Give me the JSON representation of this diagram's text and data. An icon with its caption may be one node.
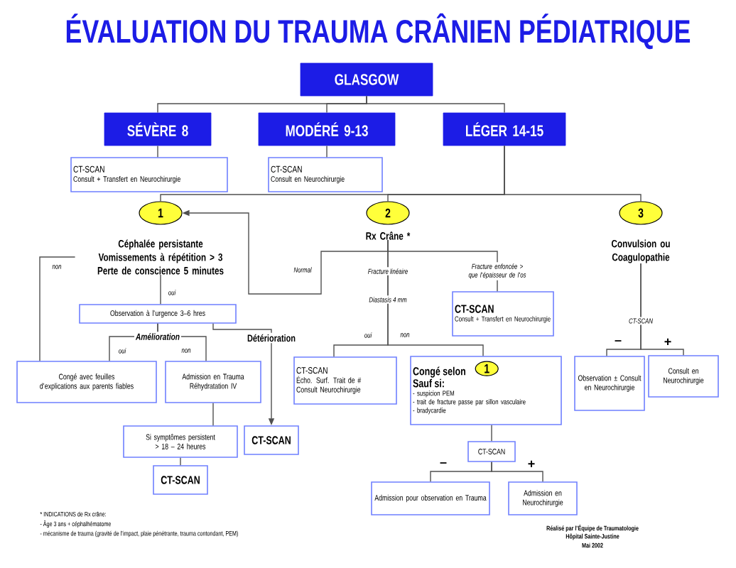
{
  "diagram": {
    "title": "ÉVALUATION DU TRAUMA CRÂNIEN PÉDIATRIQUE",
    "nodes": [
      {
        "text": [
          "GLASGOW"
        ]
      },
      {
        "text": [
          "SÉVÈRE 8"
        ]
      },
      {
        "text": [
          "MODÉRÉ 9-13"
        ]
      },
      {
        "text": [
          "LÉGER 14-15"
        ]
      },
      {
        "text": [
          "CT-SCAN",
          "Consult + Transfert en Neurochirurgie"
        ]
      },
      {
        "text": [
          "CT-SCAN",
          "Consult en Neurochirurgie"
        ]
      },
      {
        "text": [
          "1"
        ]
      },
      {
        "text": [
          "Céphalée persistante",
          "Vomissements à répétition > 3",
          "Perte de conscience 5 minutes"
        ]
      },
      {
        "text": [
          "Observation à l'urgence 3–6 hres"
        ]
      },
      {
        "text": [
          "Congé avec feuilles d'explications aux parents fiables"
        ]
      },
      {
        "text": [
          "Admission en Trauma Réhydratation IV"
        ]
      },
      {
        "text": [
          "Si symptômes persistent > 18 – 24 heures"
        ]
      },
      {
        "text": [
          "CT-SCAN"
        ]
      },
      {
        "text": [
          "CT-SCAN"
        ]
      },
      {
        "text": [
          "2"
        ]
      },
      {
        "text": [
          "Rx Crâne *"
        ]
      },
      {
        "text": [
          "CT-SCAN",
          "Écho. Surf. Trait de #",
          "Consult Neurochirurgie"
        ]
      },
      {
        "text": [
          "Congé selon",
          "Sauf si:",
          "- suspicion PEM",
          "- trait de fracture passe par sillon vasculaire",
          "- bradycardie"
        ]
      },
      {
        "text": [
          "1"
        ],
        "in": 17
      },
      {
        "text": [
          "CT-SCAN"
        ]
      },
      {
        "text": [
          "Admission pour observation en Trauma"
        ]
      },
      {
        "text": [
          "Admission en Neurochirurgie"
        ]
      },
      {
        "text": [
          "CT-SCAN",
          "Consult + Transfert en Neurochirurgie"
        ]
      },
      {
        "text": [
          "3"
        ]
      },
      {
        "text": [
          "Convulsion ou Coagulopathie"
        ]
      },
      {
        "text": [
          "Observation ± Consult en Neurochirurgie"
        ]
      },
      {
        "text": [
          "Consult en Neurochirurgie"
        ]
      }
    ],
    "edges": [
      {
        "from": 0,
        "to": 1,
        "arrow": "none"
      },
      {
        "from": 0,
        "to": 2,
        "arrow": "none"
      },
      {
        "from": 0,
        "to": 3,
        "arrow": "none"
      },
      {
        "from": 1,
        "to": 4,
        "arrow": "none"
      },
      {
        "from": 2,
        "to": 5,
        "arrow": "none"
      },
      {
        "from": 3,
        "to": 6,
        "arrow": "none"
      },
      {
        "from": 3,
        "to": 14,
        "arrow": "none"
      },
      {
        "from": 3,
        "to": 23,
        "arrow": "none"
      },
      {
        "from": 7,
        "to": 8,
        "arrow": "none",
        "label": "oui"
      },
      {
        "from": 7,
        "to": 9,
        "arrow": "none",
        "label": "non"
      },
      {
        "from": 8,
        "to": 9,
        "arrow": "none",
        "label": "oui"
      },
      {
        "from": 8,
        "to": 10,
        "arrow": "none",
        "label": "non"
      },
      {
        "from": 8,
        "to": 13,
        "arrow": "to",
        "label": "Détérioration"
      },
      {
        "from": 10,
        "to": 11,
        "arrow": "none"
      },
      {
        "from": 11,
        "to": 12,
        "arrow": "none"
      },
      {
        "from": 15,
        "to": 6,
        "arrow": "to",
        "label": "Normal"
      },
      {
        "from": 15,
        "to": 16,
        "arrow": "none",
        "label": "oui"
      },
      {
        "from": 15,
        "to": 17,
        "arrow": "none",
        "label": "non"
      },
      {
        "from": 15,
        "to": 22,
        "arrow": "none",
        "label": "Fracture enfoncée > que l'épaisseur de l'os"
      },
      {
        "from": 17,
        "to": 19,
        "arrow": "none"
      },
      {
        "from": 19,
        "to": 20,
        "arrow": "none",
        "label": "–"
      },
      {
        "from": 19,
        "to": 21,
        "arrow": "none",
        "label": "+"
      },
      {
        "from": 24,
        "to": 25,
        "arrow": "none",
        "label": "–"
      },
      {
        "from": 24,
        "to": 26,
        "arrow": "none",
        "label": "+"
      }
    ],
    "labels": [
      "Amélioration",
      "Fracture linéaire",
      "Diastasis 4 mm",
      "CT-SCAN",
      "* INDICATIONS de Rx crâne:",
      "- Âge 3 ans + céphalhématome",
      "- mécanisme de trauma (gravité de l'impact, plaie pénétrante, trauma contondant, PEM)",
      "Réalisé par l'Équipe de Traumatologie",
      "Hôpital Sainte-Justine",
      "Mai 2002"
    ]
  }
}
